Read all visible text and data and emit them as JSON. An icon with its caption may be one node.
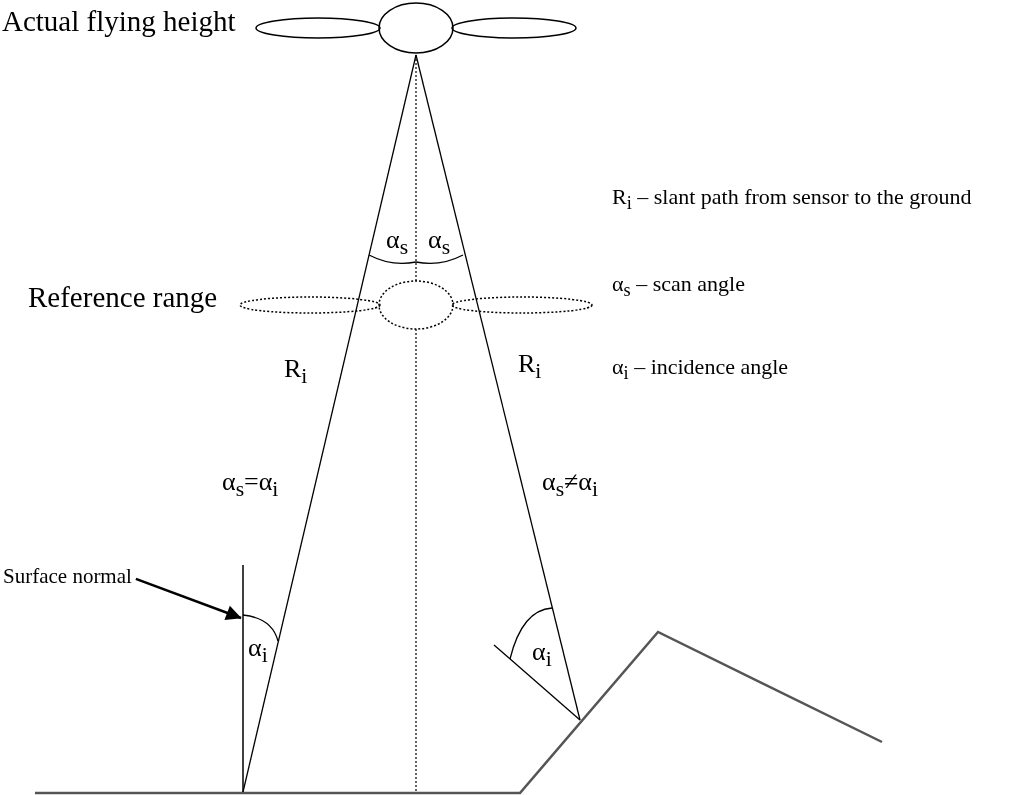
{
  "diagram": {
    "nodes": [
      {
        "text": [
          "Surface normal"
        ]
      },
      {
        "text": [],
        "shape": "line"
      }
    ],
    "edges": [
      {
        "from": 0,
        "to": 1,
        "arrow": "to"
      }
    ],
    "labels": [
      "Actual flying height",
      "α$_{s}$",
      "α$_{s}$",
      "R$_{i}$ – slant path from sensor to the ground",
      "Reference range",
      "α$_{s}$ – scan angle",
      "R$_{i}$",
      "R$_{i}$",
      "α$_{i}$ – incidence angle",
      "α$_{s}$=α$_{i}$",
      "α$_{s}$≠α$_{i}$",
      "α$_{i}$",
      "α$_{i}$"
    ]
  }
}
